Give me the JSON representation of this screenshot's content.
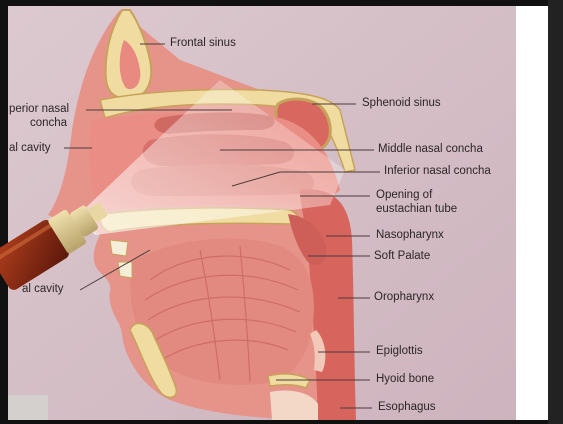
{
  "diagram": {
    "labels": {
      "frontal_sinus": "Frontal sinus",
      "superior_nasal_concha_line1": "perior nasal",
      "superior_nasal_concha_line2": "concha",
      "nasal_cavity": "al cavity",
      "sphenoid_sinus": "Sphenoid sinus",
      "middle_nasal_concha": "Middle nasal concha",
      "inferior_nasal_concha": "Inferior nasal concha",
      "opening_eustachian_line1": "Opening of",
      "opening_eustachian_line2": "eustachian tube",
      "nasopharynx": "Nasopharynx",
      "soft_palate": "Soft Palate",
      "oral_cavity": "al cavity",
      "oropharynx": "Oropharynx",
      "epiglottis": "Epiglottis",
      "hyoid_bone": "Hyoid bone",
      "esophagus": "Esophagus"
    },
    "colors": {
      "background": "#d9c4cc",
      "tissue": "#e07f78",
      "tissue_dark": "#c8605c",
      "bone": "#f0dca0",
      "bone_edge": "#c6a25a",
      "spray_body": "#8a2a12",
      "spray_cap": "#d9c58f"
    }
  }
}
